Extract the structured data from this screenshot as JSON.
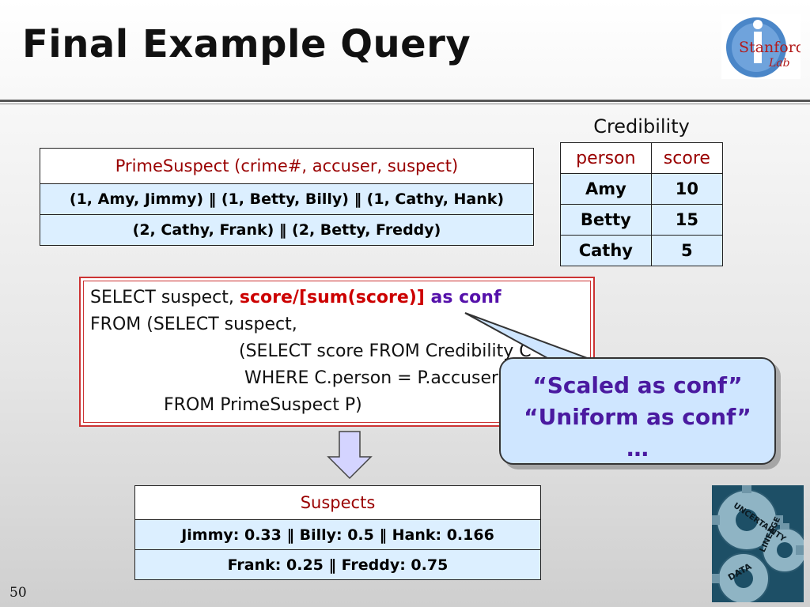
{
  "slide": {
    "title": "Final Example Query",
    "page_number": "50"
  },
  "logo": {
    "text_main": "Stanford",
    "text_sub": "Lab",
    "letter": "i"
  },
  "credibility": {
    "caption": "Credibility",
    "headers": [
      "person",
      "score"
    ],
    "rows": [
      [
        "Amy",
        "10"
      ],
      [
        "Betty",
        "15"
      ],
      [
        "Cathy",
        "5"
      ]
    ]
  },
  "prime_suspect": {
    "header": "PrimeSuspect (crime#, accuser, suspect)",
    "rows": [
      "(1, Amy, Jimmy) ‖ (1, Betty, Billy) ‖ (1, Cathy, Hank)",
      "(2, Cathy, Frank) ‖ (2, Betty, Freddy)"
    ]
  },
  "query": {
    "line1_a": "SELECT suspect, ",
    "line1_b": "score/[sum(score)]",
    "line1_c": " as conf",
    "line2": "FROM (SELECT suspect,",
    "line3": "(SELECT score FROM Credibility C",
    "line4": "WHERE C.person = P.accuser)",
    "line5": "FROM PrimeSuspect P)"
  },
  "callout": {
    "line1": "“Scaled as conf”",
    "line2": "“Uniform as conf”",
    "line3": "…"
  },
  "suspects": {
    "header": "Suspects",
    "rows": [
      "Jimmy: 0.33 ‖ Billy: 0.5 ‖ Hank: 0.166",
      "Frank: 0.25 ‖ Freddy: 0.75"
    ]
  },
  "gears_image": {
    "words": [
      "UNCERTAINTY",
      "LINEAGE",
      "DATA"
    ]
  },
  "colors": {
    "table_header_text": "#990000",
    "table_cell_bg": "#dcefff",
    "query_border": "#cc3333",
    "callout_bg": "#cfe6ff",
    "callout_text": "#4a1aa0",
    "highlight_red": "#cc0000",
    "highlight_purple": "#5511aa"
  }
}
